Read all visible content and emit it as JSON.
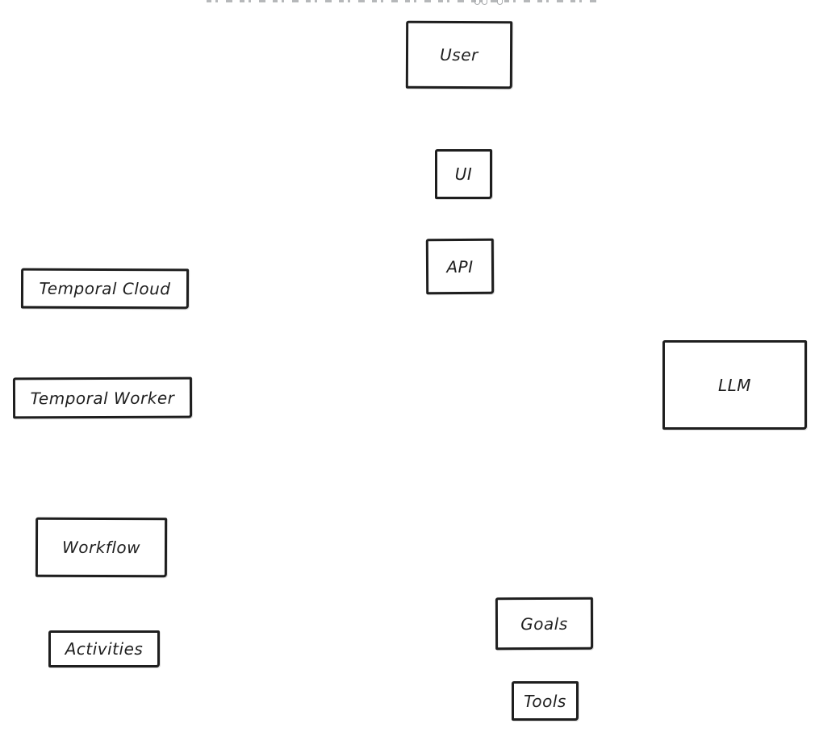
{
  "diagram": {
    "background_color": "#ffffff",
    "stroke_color": "#1e1e1e",
    "node_fill_color": "#ffffff",
    "nodes": {
      "user": {
        "label": "User"
      },
      "ui": {
        "label": "UI"
      },
      "api": {
        "label": "API"
      },
      "temporal_cloud": {
        "label": "Temporal Cloud"
      },
      "temporal_worker": {
        "label": "Temporal Worker"
      },
      "llm": {
        "label": "LLM"
      },
      "workflow": {
        "label": "Workflow"
      },
      "activities": {
        "label": "Activities"
      },
      "goals": {
        "label": "Goals"
      },
      "tools": {
        "label": "Tools"
      }
    }
  }
}
